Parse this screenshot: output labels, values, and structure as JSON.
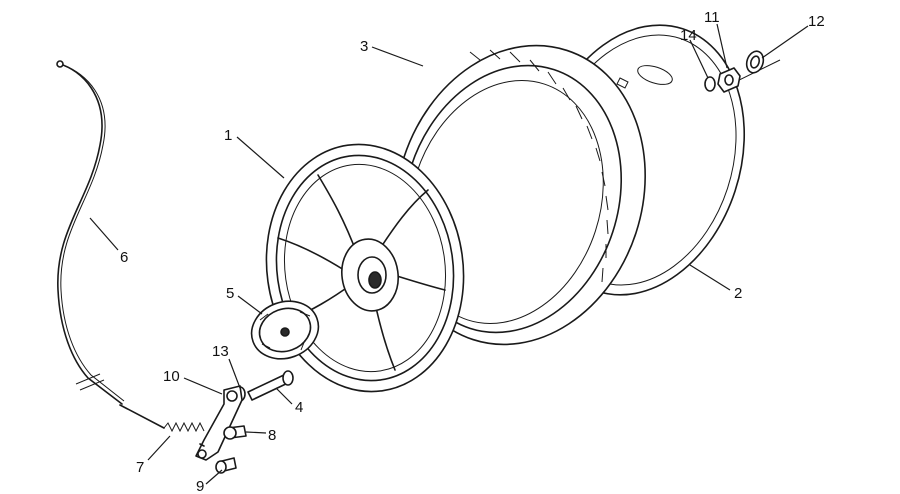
{
  "callouts": {
    "c1": "1",
    "c2": "2",
    "c3": "3",
    "c4": "4",
    "c5": "5",
    "c6": "6",
    "c7": "7",
    "c8": "8",
    "c9": "9",
    "c10": "10",
    "c11": "11",
    "c12": "12",
    "c13": "13",
    "c14": "14"
  },
  "colors": {
    "line": "#1a1a1a",
    "background": "#ffffff"
  }
}
